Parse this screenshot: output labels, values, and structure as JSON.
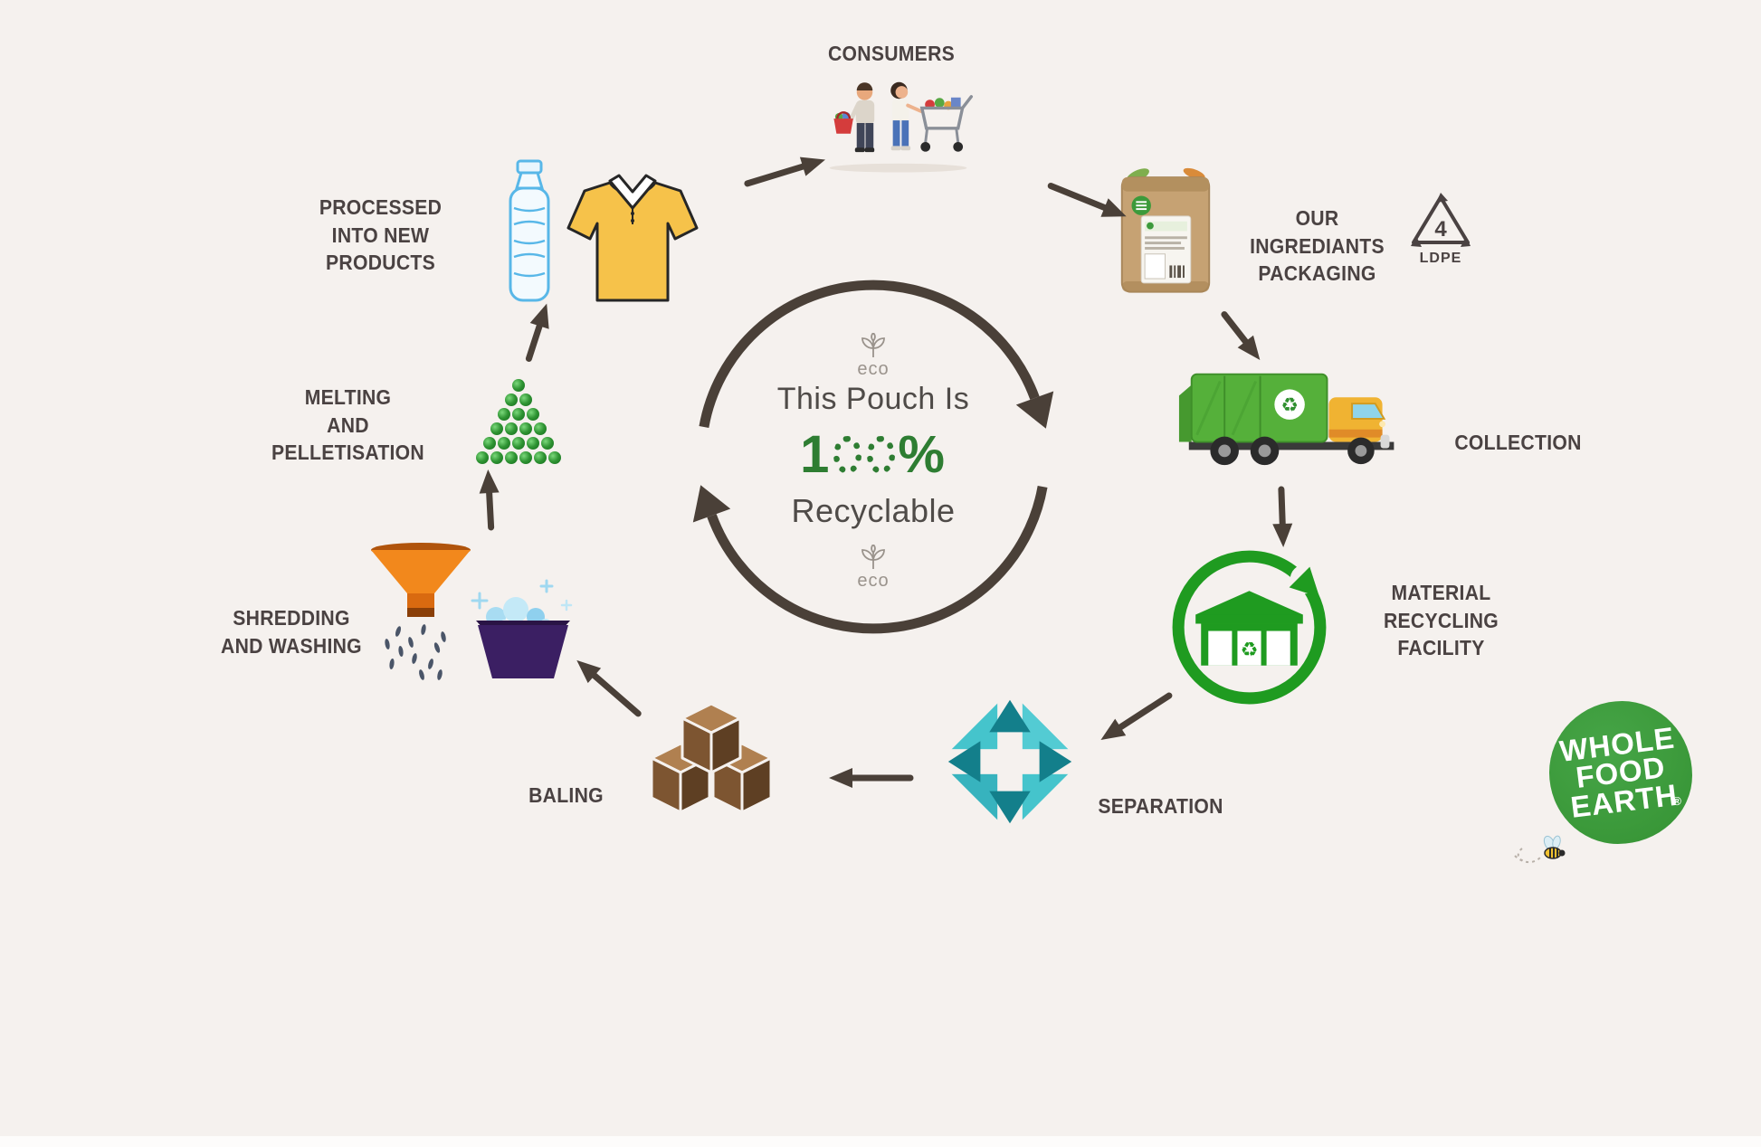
{
  "background": "#f5f1ee",
  "colors": {
    "label_text": "#4a4242",
    "accent_green": "#2e7d32",
    "mrf_green": "#1f9b20",
    "separation_teal": "#45c4cc",
    "arrow_brown": "#4a4038",
    "logo_green": "#3c9a3b",
    "truck_green": "#55b03a",
    "truck_cab_yellow": "#f0b332",
    "bale_brown": "#7d5531",
    "funnel_orange": "#f2881c"
  },
  "center": {
    "line1": "This Pouch Is",
    "percent": "100%",
    "line2": "Recyclable",
    "eco_top": "eco",
    "eco_bottom": "eco"
  },
  "stages": {
    "consumers": {
      "label": "CONSUMERS"
    },
    "packaging": {
      "label": "OUR INGREDIANTS\nPACKAGING",
      "resin_number": "4",
      "resin_material": "LDPE"
    },
    "collection": {
      "label": "COLLECTION"
    },
    "mrf": {
      "label": "MATERIAL\nRECYCLING\nFACILITY"
    },
    "separation": {
      "label": "SEPARATION"
    },
    "baling": {
      "label": "BALING"
    },
    "shredding": {
      "label": "SHREDDING\nAND WASHING"
    },
    "melting": {
      "label": "MELTING\nAND\nPELLETISATION"
    },
    "new_products": {
      "label": "PROCESSED\nINTO NEW PRODUCTS"
    }
  },
  "glyphs": {
    "recycle": "♻"
  },
  "logo": {
    "lines": "WHOLE\nFOOD\nEARTH",
    "registered": "®"
  }
}
